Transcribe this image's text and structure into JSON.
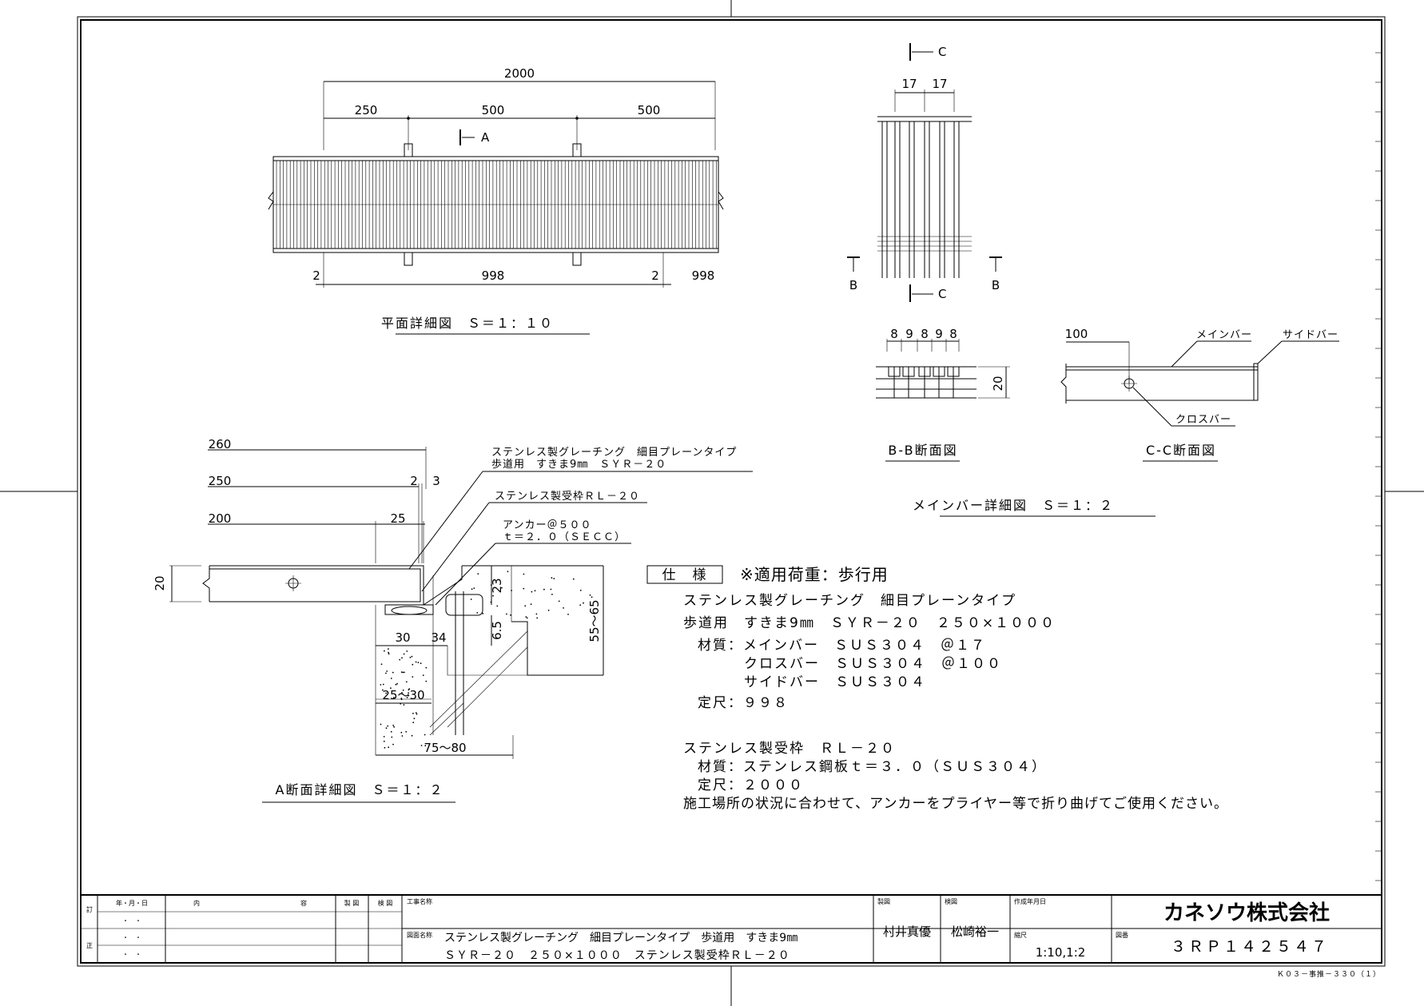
{
  "plan": {
    "title": "平面詳細図　Ｓ＝１：１０",
    "dim_total": "2000",
    "dim_250": "250",
    "dim_500a": "500",
    "dim_500b": "500",
    "section_a": "A",
    "dim_2a": "2",
    "dim_998a": "998",
    "dim_2b": "2",
    "dim_998b": "998"
  },
  "member_detail": {
    "title": "メインバー詳細図　Ｓ＝１：２",
    "c_label_top": "C",
    "c_label_bottom": "C",
    "dim_17a": "17",
    "dim_17b": "17",
    "b_left": "B",
    "b_right": "B",
    "bb": {
      "title": "B-B断面図",
      "dims": [
        "8",
        "9",
        "8",
        "9",
        "8"
      ],
      "height": "20"
    },
    "cc": {
      "title": "C-C断面図",
      "dim_100": "100",
      "label_main": "メインバー",
      "label_side": "サイドバー",
      "label_cross": "クロスバー"
    }
  },
  "section_a_detail": {
    "title": "A断面詳細図　Ｓ＝１：２",
    "dim_260": "260",
    "dim_250": "250",
    "dim_200": "200",
    "dim_2": "2",
    "dim_3": "3",
    "dim_25": "25",
    "dim_20": "20",
    "dim_23": "23",
    "dim_6_5": "6.5",
    "dim_55_65": "55～65",
    "dim_30": "30",
    "dim_34": "34",
    "dim_25_30": "25～30",
    "dim_75_80": "75～80",
    "note1a": "ステンレス製グレーチング　細目プレーンタイプ",
    "note1b": "歩道用　すきま9㎜　ＳＹＲ－２０",
    "note2": "ステンレス製受枠ＲＬ－２０",
    "note3a": "アンカー＠５００",
    "note3b": "ｔ＝２．０（ＳＥＣＣ）"
  },
  "spec": {
    "badge": "仕　様",
    "load": "※適用荷重：歩行用",
    "lines": [
      "ステンレス製グレーチング　細目プレーンタイプ",
      "歩道用　すきま9㎜　ＳＹＲ－２０　２５０×１０００",
      "材質：メインバー　ＳＵＳ３０４　＠１７",
      "クロスバー　ＳＵＳ３０４　＠１００",
      "サイドバー　ＳＵＳ３０４",
      "定尺：９９８",
      "ステンレス製受枠　ＲＬ－２０",
      "材質：ステンレス鋼板ｔ＝３．０（ＳＵＳ３０４）",
      "定尺：２０００",
      "施工場所の状況に合わせて、アンカーをプライヤー等で折り曲げてご使用ください。"
    ]
  },
  "title_block": {
    "rev_label": "訂",
    "rev_label2": "正",
    "col_date": "年・月・日",
    "col_content1": "内",
    "col_content2": "容",
    "col_draw": "製 図",
    "col_check": "検 図",
    "dot_row": "・　・",
    "project_label": "工事名称",
    "drawing_name_label": "図面名称",
    "drawing_name_1": "ステンレス製グレーチング　細目プレーンタイプ　歩道用　すきま9㎜",
    "drawing_name_2": "ＳＹＲ－２０　２５０×１０００　ステンレス製受枠ＲＬ－２０",
    "drawn_label": "製図",
    "drawn_value": "村井真優",
    "checked_label": "検図",
    "checked_value": "松崎裕一",
    "date_label": "作成年月日",
    "scale_label": "縮尺",
    "scale_value": "1:10,1:2",
    "number_label": "図番",
    "number_value": "３ＲＰ１４２５４７",
    "company": "カネソウ株式会社",
    "form_code": "Ｋ０３－事推－３３０（１）"
  }
}
